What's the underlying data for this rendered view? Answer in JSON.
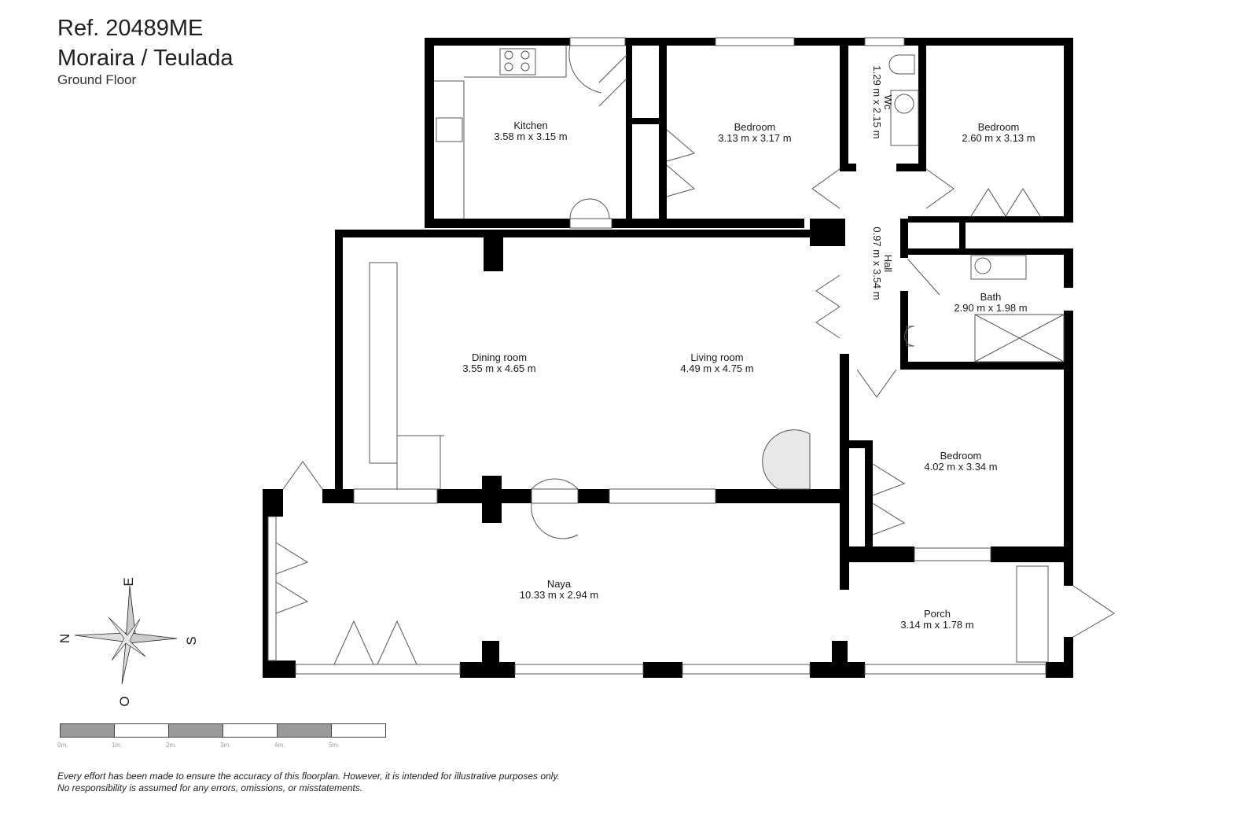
{
  "header": {
    "ref": "Ref. 20489ME",
    "location": "Moraira / Teulada",
    "floor": "Ground Floor"
  },
  "rooms": [
    {
      "name": "Kitchen",
      "size": "3.58 m x 3.15 m"
    },
    {
      "name": "Bedroom",
      "size": "3.13 m x 3.17 m"
    },
    {
      "name": "Wc",
      "size": "1.29 m x 2.15 m"
    },
    {
      "name": "Bedroom",
      "size": "2.60 m x 3.13 m"
    },
    {
      "name": "Hall",
      "size": "0.97 m x 3.54 m"
    },
    {
      "name": "Bath",
      "size": "2.90 m x 1.98 m"
    },
    {
      "name": "Dining room",
      "size": "3.55 m x 4.65 m"
    },
    {
      "name": "Living room",
      "size": "4.49 m x 4.75 m"
    },
    {
      "name": "Bedroom",
      "size": "4.02 m x 3.34 m"
    },
    {
      "name": "Naya",
      "size": "10.33 m x 2.94 m"
    },
    {
      "name": "Porch",
      "size": "3.14 m x 1.78 m"
    }
  ],
  "compass": {
    "north": "N",
    "east": "E",
    "south": "S",
    "west": "O"
  },
  "scale_bar": {
    "labels": [
      "0m.",
      "1m.",
      "2m.",
      "3m.",
      "4m.",
      "5m."
    ],
    "segment_colors": [
      "#9a9a9a",
      "#ffffff",
      "#9a9a9a",
      "#ffffff",
      "#9a9a9a",
      "#ffffff"
    ]
  },
  "disclaimer": {
    "line1": "Every effort has been made to ensure the accuracy of this floorplan. However, it is intended for illustrative purposes only.",
    "line2": "No responsibility is assumed for any errors, omissions, or misstatements."
  },
  "colors": {
    "wall": "#000000",
    "line": "#555555",
    "background": "#ffffff"
  }
}
